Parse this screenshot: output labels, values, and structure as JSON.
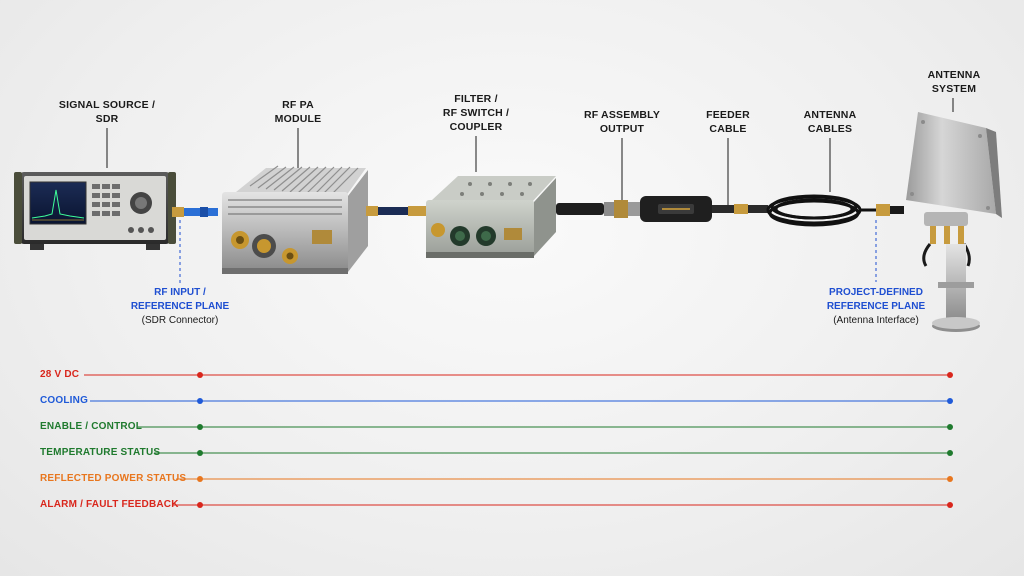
{
  "components": [
    {
      "id": "sdr",
      "line1": "SIGNAL SOURCE /",
      "line2": "SDR"
    },
    {
      "id": "pa",
      "line1": "RF PA",
      "line2": "MODULE"
    },
    {
      "id": "filter",
      "line1": "FILTER /",
      "line2": "RF SWITCH /",
      "line3": "COUPLER"
    },
    {
      "id": "rfout",
      "line1": "RF ASSEMBLY",
      "line2": "OUTPUT"
    },
    {
      "id": "feeder",
      "line1": "FEEDER",
      "line2": "CABLE"
    },
    {
      "id": "antcables",
      "line1": "ANTENNA",
      "line2": "CABLES"
    },
    {
      "id": "antsys",
      "line1": "ANTENNA",
      "line2": "SYSTEM"
    }
  ],
  "reference_planes": {
    "input": {
      "line1": "RF INPUT /",
      "line2": "REFERENCE PLANE",
      "note": "(SDR Connector)"
    },
    "output": {
      "line1": "PROJECT-DEFINED",
      "line2": "REFERENCE PLANE",
      "note": "(Antenna Interface)"
    }
  },
  "signals": [
    {
      "label": "28 V DC",
      "color": "#d9261c"
    },
    {
      "label": "COOLING",
      "color": "#1f5ad8"
    },
    {
      "label": "ENABLE / CONTROL",
      "color": "#1f7a2e"
    },
    {
      "label": "TEMPERATURE STATUS",
      "color": "#1f7a2e"
    },
    {
      "label": "REFLECTED POWER STATUS",
      "color": "#e8761e"
    },
    {
      "label": "ALARM / FAULT FEEDBACK",
      "color": "#d9261c"
    }
  ]
}
